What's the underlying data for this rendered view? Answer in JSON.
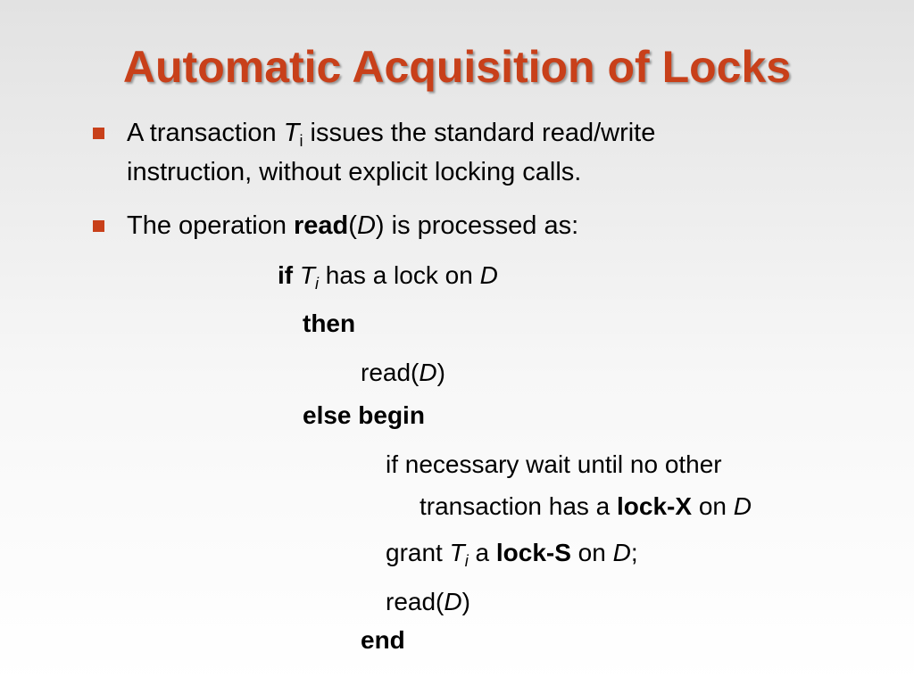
{
  "title": "Automatic Acquisition of Locks",
  "bullets": [
    {
      "line1_pre": "A transaction ",
      "var_T": "T",
      "sub_i": "i",
      "line1_post": " issues the standard read/write",
      "line2": "instruction, without explicit locking calls."
    },
    {
      "pre": "The operation ",
      "op": "read",
      "paren_open": "(",
      "var_D": "D",
      "paren_close": ")",
      "post": " is processed as:"
    }
  ],
  "code": {
    "if_kw": "if",
    "if_T": "T",
    "if_i": "i",
    "if_rest": " has a lock on ",
    "if_D": "D",
    "then_kw": "then",
    "read1_pre": "read(",
    "read1_D": "D",
    "read1_post": ")",
    "else_kw": "else begin",
    "wait_line1": "if necessary wait until no other",
    "wait_line2_pre": "transaction has a ",
    "wait_lockx": "lock-X",
    "wait_line2_mid": " on ",
    "wait_D": "D",
    "grant_pre": "grant ",
    "grant_T": "T",
    "grant_i": "i",
    "grant_a": " a  ",
    "grant_locks": "lock-S",
    "grant_on": " on ",
    "grant_D": "D",
    "grant_semi": ";",
    "read2_pre": "read(",
    "read2_D": "D",
    "read2_post": ")",
    "end_kw": "end"
  },
  "colors": {
    "accent": "#c8401a",
    "text": "#000000"
  }
}
